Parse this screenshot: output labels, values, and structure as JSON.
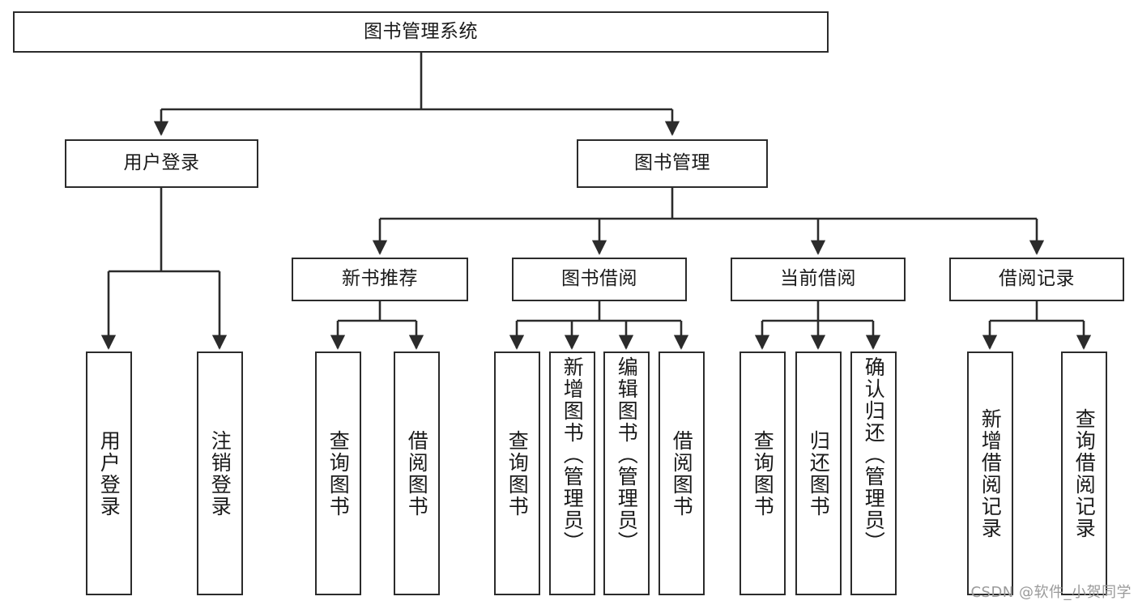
{
  "diagram": {
    "title": "图书管理系统",
    "type": "hierarchy-tree",
    "orientation": "top-down",
    "colors": {
      "box_border": "#2b2b2b",
      "box_fill": "#ffffff",
      "connector": "#2b2b2b",
      "text": "#1a1a1a",
      "watermark": "#9a9a9a"
    },
    "levels": {
      "root": "图书管理系统",
      "level2": [
        "用户登录",
        "图书管理"
      ],
      "level3": [
        "新书推荐",
        "图书借阅",
        "当前借阅",
        "借阅记录"
      ]
    }
  },
  "nodes": {
    "root": {
      "label": "图书管理系统"
    },
    "user_login": {
      "label": "用户登录"
    },
    "book_manage": {
      "label": "图书管理"
    },
    "new_book_rec": {
      "label": "新书推荐"
    },
    "book_borrow": {
      "label": "图书借阅"
    },
    "current_borrow": {
      "label": "当前借阅"
    },
    "borrow_record": {
      "label": "借阅记录"
    },
    "leaf_user_login": {
      "label": "用户登录"
    },
    "leaf_logout": {
      "label": "注销登录"
    },
    "leaf_query_book_a": {
      "label": "查询图书"
    },
    "leaf_borrow_book_a": {
      "label": "借阅图书"
    },
    "leaf_query_book_b": {
      "label": "查询图书"
    },
    "leaf_add_book": {
      "label": "新增图书（管理员）"
    },
    "leaf_edit_book": {
      "label": "编辑图书（管理员）"
    },
    "leaf_borrow_book_b": {
      "label": "借阅图书"
    },
    "leaf_query_book_c": {
      "label": "查询图书"
    },
    "leaf_return_book": {
      "label": "归还图书"
    },
    "leaf_confirm_return": {
      "label": "确认归还（管理员）"
    },
    "leaf_add_record": {
      "label": "新增借阅记录"
    },
    "leaf_query_record": {
      "label": "查询借阅记录"
    }
  },
  "watermark": {
    "text": "CSDN @软件_小贺同学"
  }
}
